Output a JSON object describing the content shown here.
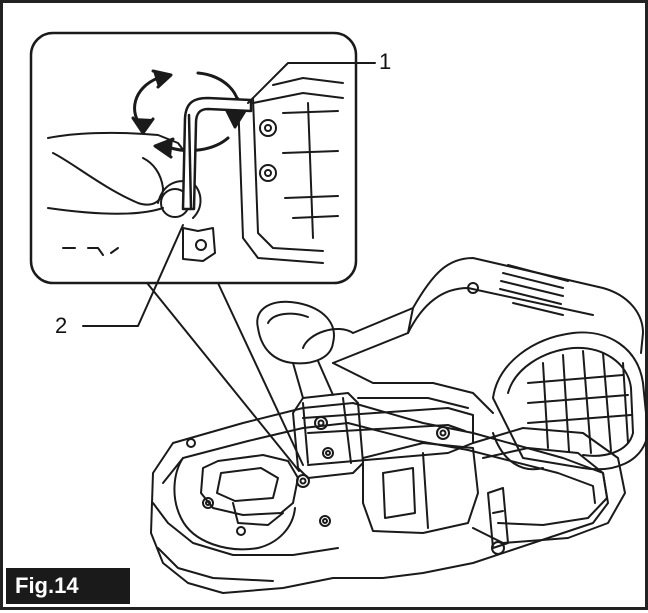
{
  "figure": {
    "label": "Fig.14"
  },
  "callouts": [
    {
      "id": "1",
      "text": "1"
    },
    {
      "id": "2",
      "text": "2"
    }
  ],
  "colors": {
    "ink": "#1a1a1a",
    "paper": "#ffffff"
  },
  "icons": [
    "rotation-arrows-icon",
    "hex-wrench-icon"
  ]
}
